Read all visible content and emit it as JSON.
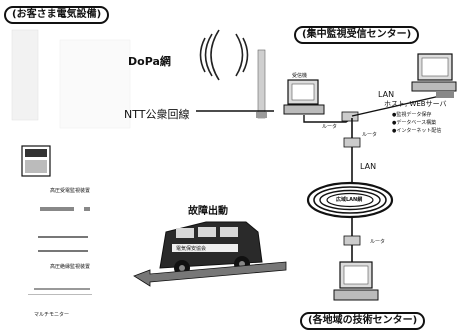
{
  "headings": {
    "customer_equipment": "(お客さま電気設備)",
    "central_monitoring_center": "(集中監視受信センター)",
    "regional_tech_center": "(各地域の技術センター)"
  },
  "links": {
    "dopa": "DoPa網",
    "ntt": "NTT公衆回線",
    "lan_top": "LAN",
    "lan_mid": "LAN"
  },
  "nodes": {
    "receiver_pc": "受信機",
    "router_top": "ルータ",
    "router_mid": "ルータ",
    "router_bottom": "ルータ",
    "wan": "広域LAN網",
    "server_title": "ホスト, WEBサーバ",
    "server_items": [
      "●監視データ保存",
      "●データベース構築",
      "●インターネット配信"
    ]
  },
  "devices": {
    "monitor1": "高圧受電監視装置",
    "monitor2": "高圧絶縁監視装置",
    "monitor3": "マルチモニター"
  },
  "vehicle": {
    "caption": "故障出動",
    "side_text": "電気保安協会"
  }
}
